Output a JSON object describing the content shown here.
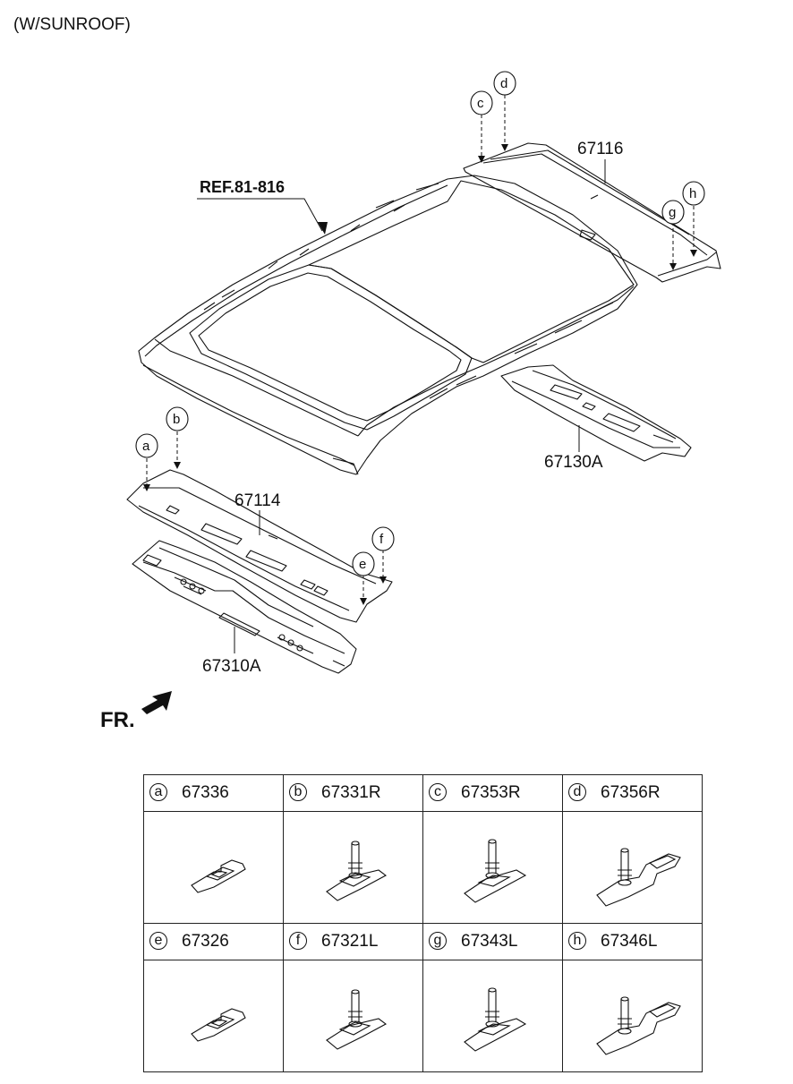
{
  "title": "(W/SUNROOF)",
  "ref_label": "REF.81-816",
  "front_label": "FR.",
  "part_labels": {
    "roof_rear_rail": "67116",
    "roof_center_rail": "67130A",
    "roof_front_rail": "67114",
    "roof_front_inner": "67310A"
  },
  "callouts": [
    "a",
    "b",
    "c",
    "d",
    "e",
    "f",
    "g",
    "h"
  ],
  "legend": [
    {
      "letter": "a",
      "part": "67336",
      "icon": "clip-plain-icon"
    },
    {
      "letter": "b",
      "part": "67331R",
      "icon": "clip-stud-icon"
    },
    {
      "letter": "c",
      "part": "67353R",
      "icon": "clip-stud-icon"
    },
    {
      "letter": "d",
      "part": "67356R",
      "icon": "clip-stud-bracket-icon"
    },
    {
      "letter": "e",
      "part": "67326",
      "icon": "clip-plain-icon"
    },
    {
      "letter": "f",
      "part": "67321L",
      "icon": "clip-stud-icon"
    },
    {
      "letter": "g",
      "part": "67343L",
      "icon": "clip-stud-icon"
    },
    {
      "letter": "h",
      "part": "67346L",
      "icon": "clip-stud-bracket-icon"
    }
  ]
}
